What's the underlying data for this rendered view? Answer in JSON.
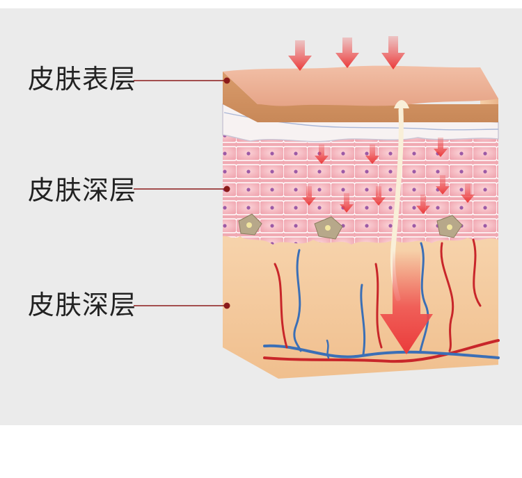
{
  "labels": [
    {
      "id": "epidermis",
      "text": "皮肤表层"
    },
    {
      "id": "dermis",
      "text": "皮肤深层"
    },
    {
      "id": "subcutis",
      "text": "皮肤深层"
    }
  ],
  "colors": {
    "leader_line": "#8b1a1a",
    "arrow": "#ef4c4c",
    "skin_top": "#e9a98c",
    "cells": "#f2b0b8",
    "deep": "#f3c79a",
    "artery": "#c8262a",
    "vein": "#3b6fb6"
  }
}
